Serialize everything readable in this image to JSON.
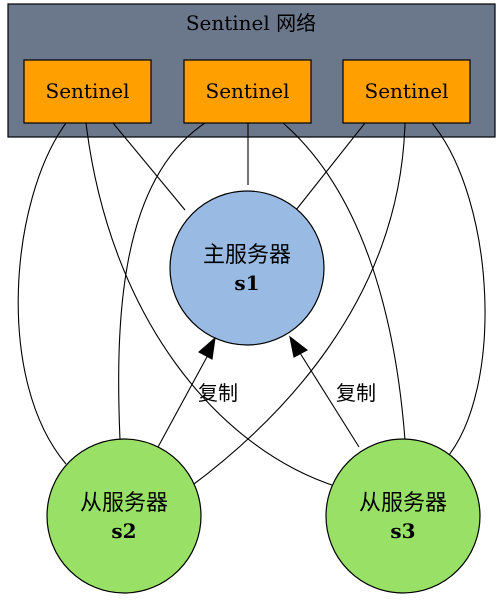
{
  "network": {
    "label": "Sentinel 网络",
    "sentinels": [
      {
        "label": "Sentinel"
      },
      {
        "label": "Sentinel"
      },
      {
        "label": "Sentinel"
      }
    ]
  },
  "master": {
    "line1": "主服务器",
    "line2": "s1"
  },
  "slaves": [
    {
      "line1": "从服务器",
      "line2": "s2"
    },
    {
      "line1": "从服务器",
      "line2": "s3"
    }
  ],
  "edges": {
    "replication_labels": [
      "复制",
      "复制"
    ]
  },
  "colors": {
    "network_fill": "#6b778b",
    "sentinel_fill": "#ff9f00",
    "master_fill": "#99bbe3",
    "slave_fill": "#99e066",
    "stroke": "#000000"
  }
}
